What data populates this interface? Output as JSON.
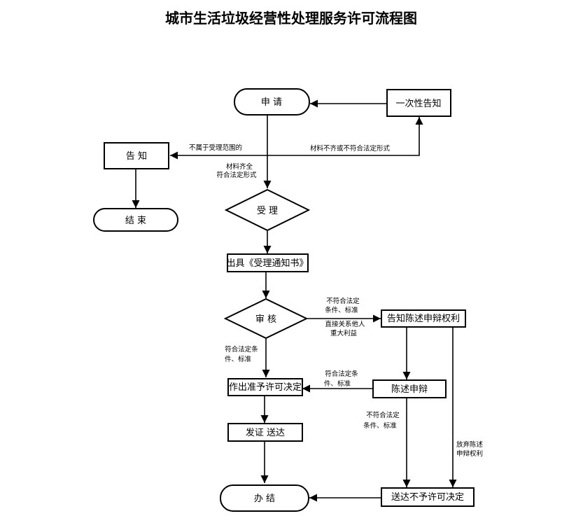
{
  "title": "城市生活垃圾经营性处理服务许可流程图",
  "nodes": {
    "apply": "申 请",
    "notify_once": "一次性告知",
    "inform": "告 知",
    "end": "结 束",
    "accept": "受 理",
    "issue_notice": "出具《受理通知书》",
    "review": "审 核",
    "notify_defense": "告知陈述申辩权利",
    "approve_decision": "作出准予许可决定",
    "defense": "陈述申辩",
    "issue_license": "发证 送达",
    "complete": "办 结",
    "deny_notice": "送达不予许可决定"
  },
  "labels": {
    "out_of_scope": "不属于受理范围的",
    "incomplete": "材料不齐或不符合法定形式",
    "complete_1": "材料齐全",
    "complete_2": "符合法定形式",
    "not_meet_1": "不符合法定",
    "not_meet_2": "条件、标准",
    "direct_1": "直接关系他人",
    "direct_2": "重大利益",
    "meet_1": "符合法定条",
    "meet_2": "件、标准",
    "meet_b_1": "符合法定条",
    "meet_b_2": "件、标准",
    "not_meet_b_1": "不符合法定",
    "not_meet_b_2": "条件、标准",
    "waive_1": "放弃陈述",
    "waive_2": "申辩权利"
  }
}
